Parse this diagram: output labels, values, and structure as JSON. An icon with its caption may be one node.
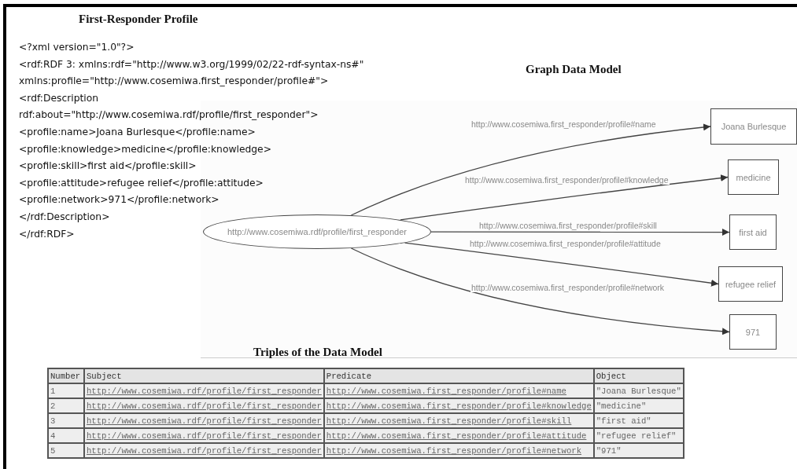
{
  "diagram": {
    "nodes": [
      {
        "text": [
          "http://www.cosemiwa.rdf/profile/first_responder"
        ]
      },
      {
        "text": [
          "Joana Burlesque"
        ]
      },
      {
        "text": [
          "medicine"
        ]
      },
      {
        "text": [
          "first aid"
        ]
      },
      {
        "text": [
          "refugee relief"
        ]
      },
      {
        "text": [
          "971"
        ]
      }
    ],
    "edges": [
      {
        "from": 0,
        "to": 1,
        "arrow": "to",
        "label": "http://www.cosemiwa.first_responder/profile#name"
      },
      {
        "from": 0,
        "to": 2,
        "arrow": "to",
        "label": "http://www.cosemiwa.first_responder/profile#knowledge"
      },
      {
        "from": 0,
        "to": 3,
        "arrow": "to",
        "label": "http://www.cosemiwa.first_responder/profile#skill"
      },
      {
        "from": 0,
        "to": 4,
        "arrow": "to",
        "label": "http://www.cosemiwa.first_responder/profile#attitude"
      },
      {
        "from": 0,
        "to": 5,
        "arrow": "to",
        "label": "http://www.cosemiwa.first_responder/profile#network"
      }
    ],
    "labels": [
      "First-Responder Profile",
      "<?xml version=\"1.0\"?>",
      "<rdf:RDF 3: xmlns:rdf=\"http://www.w3.org/1999/02/22-rdf-syntax-ns#\"",
      "xmlns:profile=\"http://www.cosemiwa.first_responder/profile#\">",
      "<rdf:Description",
      "rdf:about=\"http://www.cosemiwa.rdf/profile/first_responder\">",
      "<profile:name>Joana Burlesque</profile:name>",
      "<profile:knowledge>medicine</profile:knowledge>",
      "<profile:skill>first aid</profile:skill>",
      "<profile:attitude>refugee relief</profile:attitude>",
      "<profile:network>971</profile:network>",
      "</rdf:Description>",
      "</rdf:RDF>",
      "Graph Data Model",
      "Triples of the Data Model",
      "Number",
      "Subject",
      "Predicate",
      "Object",
      "1",
      "http://www.cosemiwa.rdf/profile/first_responder",
      "http://www.cosemiwa.first_responder/profile#name",
      "\"Joana Burlesque\"",
      "2",
      "http://www.cosemiwa.rdf/profile/first_responder",
      "http://www.cosemiwa.first_responder/profile#knowledge",
      "\"medicine\"",
      "3",
      "http://www.cosemiwa.rdf/profile/first_responder",
      "http://www.cosemiwa.first_responder/profile#skill",
      "\"first aid\"",
      "4",
      "http://www.cosemiwa.rdf/profile/first_responder",
      "http://www.cosemiwa.first_responder/profile#attitude",
      "\"refugee relief\"",
      "5",
      "http://www.cosemiwa.rdf/profile/first_responder",
      "http://www.cosemiwa.first_responder/profile#network",
      "\"971\""
    ]
  }
}
